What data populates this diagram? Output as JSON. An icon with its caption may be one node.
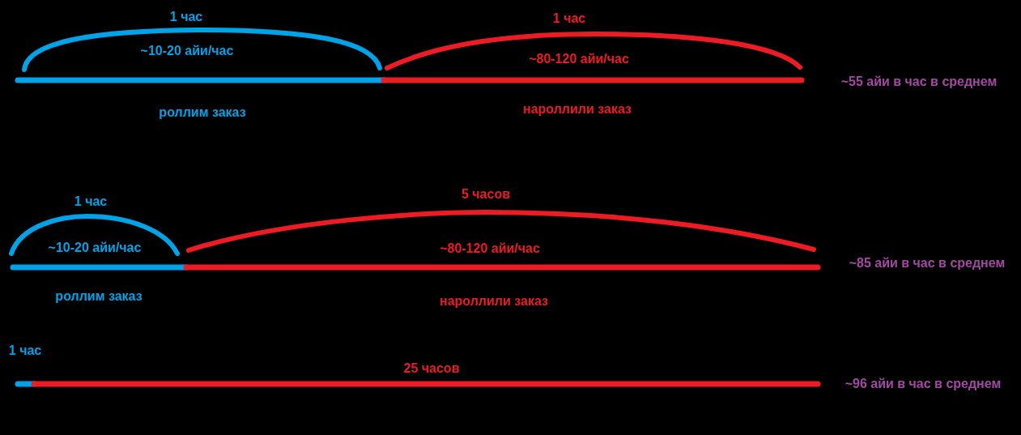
{
  "diagram": {
    "labels": [
      "1 час",
      "1 час",
      "~10-20 айи/час",
      "~80-120 айи/час",
      "~55 айи в час в среднем",
      "роллим заказ",
      "нароллили заказ",
      "1 час",
      "5 часов",
      "~10-20 айи/час",
      "~80-120 айи/час",
      "~85 айи в час в среднем",
      "роллим заказ",
      "нароллили заказ",
      "1 час",
      "25 часов",
      "~96 айи в час в среднем"
    ]
  }
}
